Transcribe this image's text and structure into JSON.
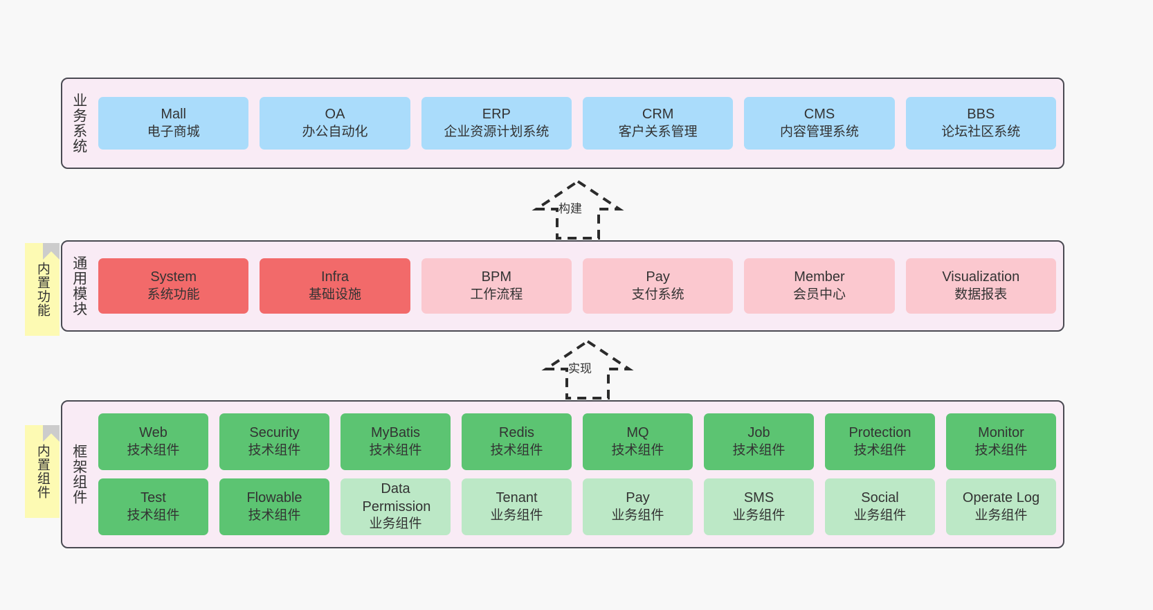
{
  "diagram": {
    "background_color": "#f8f8f8",
    "panel_color": "#f9ebf5",
    "panel_border_color": "#4a4a52",
    "note_color": "#fdfab3"
  },
  "layers": [
    {
      "id": "business",
      "title": "业务系统",
      "note": null,
      "node_color": "#aadcfb",
      "rows": [
        {
          "nodes": [
            {
              "en": "Mall",
              "cn": "电子商城",
              "color": "#aadcfb"
            },
            {
              "en": "OA",
              "cn": "办公自动化",
              "color": "#aadcfb"
            },
            {
              "en": "ERP",
              "cn": "企业资源计划系统",
              "color": "#aadcfb"
            },
            {
              "en": "CRM",
              "cn": "客户关系管理",
              "color": "#aadcfb"
            },
            {
              "en": "CMS",
              "cn": "内容管理系统",
              "color": "#aadcfb"
            },
            {
              "en": "BBS",
              "cn": "论坛社区系统",
              "color": "#aadcfb"
            }
          ]
        }
      ]
    },
    {
      "id": "module",
      "title": "通用模块",
      "note": "内置功能",
      "rows": [
        {
          "nodes": [
            {
              "en": "System",
              "cn": "系统功能",
              "color": "#f26a6a"
            },
            {
              "en": "Infra",
              "cn": "基础设施",
              "color": "#f26a6a"
            },
            {
              "en": "BPM",
              "cn": "工作流程",
              "color": "#fbc8cf"
            },
            {
              "en": "Pay",
              "cn": "支付系统",
              "color": "#fbc8cf"
            },
            {
              "en": "Member",
              "cn": "会员中心",
              "color": "#fbc8cf"
            },
            {
              "en": "Visualization",
              "cn": "数据报表",
              "color": "#fbc8cf"
            }
          ]
        }
      ]
    },
    {
      "id": "framework",
      "title": "框架组件",
      "note": "内置组件",
      "rows": [
        {
          "nodes": [
            {
              "en": "Web",
              "cn": "技术组件",
              "color": "#5cc472"
            },
            {
              "en": "Security",
              "cn": "技术组件",
              "color": "#5cc472"
            },
            {
              "en": "MyBatis",
              "cn": "技术组件",
              "color": "#5cc472"
            },
            {
              "en": "Redis",
              "cn": "技术组件",
              "color": "#5cc472"
            },
            {
              "en": "MQ",
              "cn": "技术组件",
              "color": "#5cc472"
            },
            {
              "en": "Job",
              "cn": "技术组件",
              "color": "#5cc472"
            },
            {
              "en": "Protection",
              "cn": "技术组件",
              "color": "#5cc472"
            },
            {
              "en": "Monitor",
              "cn": "技术组件",
              "color": "#5cc472"
            }
          ]
        },
        {
          "nodes": [
            {
              "en": "Test",
              "cn": "技术组件",
              "color": "#5cc472"
            },
            {
              "en": "Flowable",
              "cn": "技术组件",
              "color": "#5cc472"
            },
            {
              "en": "Data Permission",
              "cn": "业务组件",
              "color": "#bce8c6"
            },
            {
              "en": "Tenant",
              "cn": "业务组件",
              "color": "#bce8c6"
            },
            {
              "en": "Pay",
              "cn": "业务组件",
              "color": "#bce8c6"
            },
            {
              "en": "SMS",
              "cn": "业务组件",
              "color": "#bce8c6"
            },
            {
              "en": "Social",
              "cn": "业务组件",
              "color": "#bce8c6"
            },
            {
              "en": "Operate Log",
              "cn": "业务组件",
              "color": "#bce8c6"
            }
          ]
        }
      ]
    }
  ],
  "connectors": [
    {
      "id": "build",
      "label": "构建"
    },
    {
      "id": "implement",
      "label": "实现"
    }
  ]
}
